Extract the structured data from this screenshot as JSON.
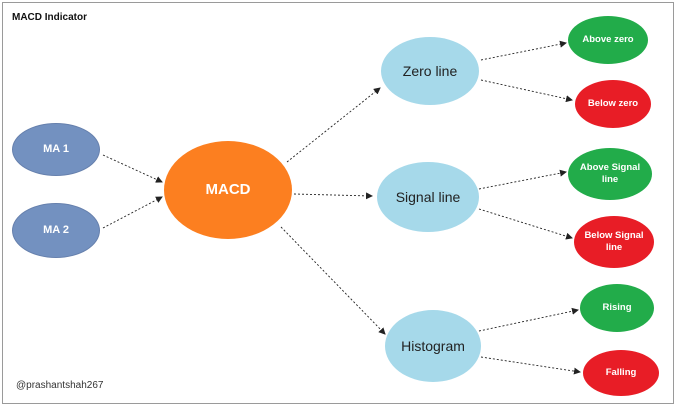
{
  "title": "MACD Indicator",
  "credit": "@prashantshah267",
  "inputs": {
    "ma1": "MA 1",
    "ma2": "MA 2"
  },
  "center": "MACD",
  "components": {
    "zero_line": "Zero line",
    "signal_line": "Signal line",
    "histogram": "Histogram"
  },
  "outcomes": {
    "above_zero": "Above zero",
    "below_zero": "Below zero",
    "above_signal": "Above Signal line",
    "below_signal": "Below Signal line",
    "rising": "Rising",
    "falling": "Falling"
  },
  "colors": {
    "ma": "#7391c0",
    "macd": "#fc7f20",
    "component": "#a6d9ea",
    "positive": "#22ac4a",
    "negative": "#e81d26",
    "arrow": "#222222"
  }
}
